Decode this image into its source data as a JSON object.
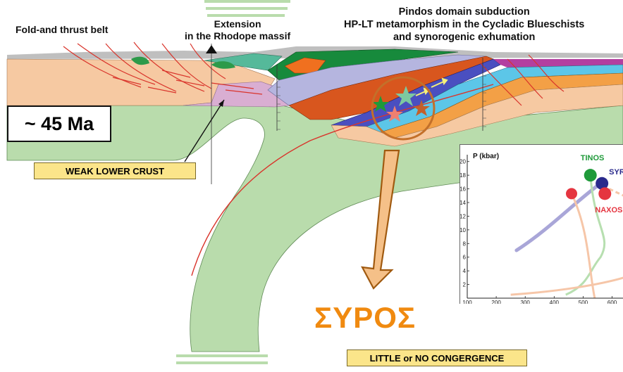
{
  "labels": {
    "fold_thrust": "Fold-and thrust belt",
    "extension_line1": "Extension",
    "extension_line2": "in the Rhodope massif",
    "pindos_line1": "Pindos domain subduction",
    "pindos_line2": "HP-LT metamorphism in the Cycladic Blueschists",
    "pindos_line3": "and synorogenic exhumation",
    "age": "~ 45 Ma",
    "weak_lower_crust": "WEAK LOWER CRUST",
    "syros_greek": "ΣΥΡΟΣ",
    "little_convergence": "LITTLE or NO CONGERGENCE"
  },
  "colors": {
    "mantle_green": "#b9dcac",
    "crust_peach": "#f6c9a2",
    "lower_crust_pink": "#d9aed2",
    "dark_green": "#178a3c",
    "teal": "#55b99a",
    "orange_brown": "#d8561e",
    "lavender": "#b5b5df",
    "blueschist_blue": "#4a4fc0",
    "cyan": "#5cc6e8",
    "orange": "#f3a046",
    "thrust_red": "#d9342b",
    "syros_orange": "#f08a10",
    "callout_yellow": "#fbe58a"
  },
  "pt_inset": {
    "y_axis_label": "P (kbar)",
    "x_ticks": [
      "100",
      "200",
      "300",
      "400",
      "500",
      "600"
    ],
    "y_ticks": [
      "2",
      "4",
      "6",
      "8",
      "10",
      "12",
      "14",
      "16",
      "18",
      "20"
    ],
    "islands": [
      {
        "name": "TINOS",
        "color": "#1f9a3a",
        "t": 525,
        "p": 18
      },
      {
        "name": "SYROS",
        "color": "#2a2a8c",
        "t": 565,
        "p": 16.8
      },
      {
        "name": "NAXOS",
        "color": "#e53540",
        "t": 575,
        "p": 15.3
      }
    ],
    "extra_point": {
      "color": "#e53540",
      "t": 460,
      "p": 15.3
    }
  }
}
